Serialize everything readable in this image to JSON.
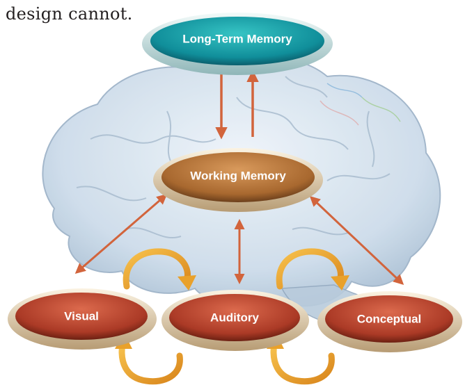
{
  "caption": "design cannot.",
  "nodes": {
    "long_term": "Long-Term Memory",
    "working": "Working Memory",
    "visual": "Visual",
    "auditory": "Auditory",
    "conceptual": "Conceptual"
  },
  "colors": {
    "long_term_fill": "#1aa3a8",
    "long_term_rim": "#d9f2ef",
    "working_fill": "#b4763e",
    "working_rim": "#f1e3c8",
    "subsystem_fill": "#b53f2c",
    "subsystem_rim": "#ecd8b8",
    "connector_arrow": "#d2643c",
    "loop_arrow": "#f0a830",
    "brain": "#c9dae8"
  },
  "icons": [
    "brain-illustration",
    "bidirectional-arrow",
    "loop-arrow"
  ]
}
